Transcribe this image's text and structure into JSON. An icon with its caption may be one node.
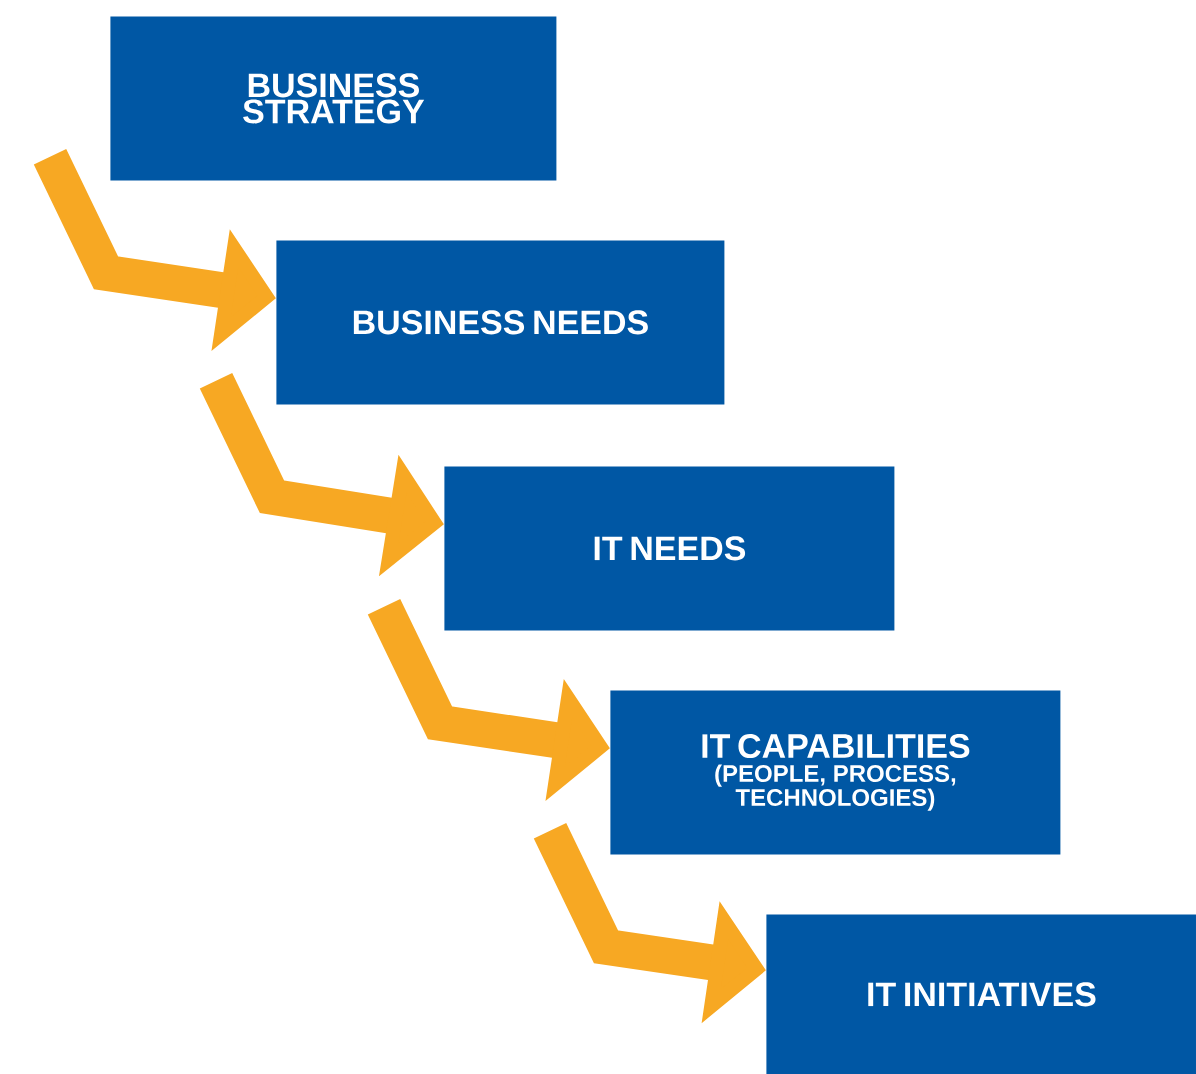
{
  "diagram": {
    "nodes": [
      {
        "text": [
          "BUSINESS STRATEGY"
        ]
      },
      {
        "text": [
          "BUSINESS NEEDS"
        ]
      },
      {
        "text": [
          "IT NEEDS"
        ]
      },
      {
        "text": [
          "IT CAPABILITIES",
          "(PEOPLE, PROCESS, TECHNOLOGIES)"
        ]
      },
      {
        "text": [
          "IT INITIATIVES"
        ]
      }
    ],
    "edges": [
      {
        "from": 0,
        "to": 1,
        "arrow": "to"
      },
      {
        "from": 1,
        "to": 2,
        "arrow": "to"
      },
      {
        "from": 2,
        "to": 3,
        "arrow": "to"
      },
      {
        "from": 3,
        "to": 4,
        "arrow": "to"
      }
    ]
  }
}
